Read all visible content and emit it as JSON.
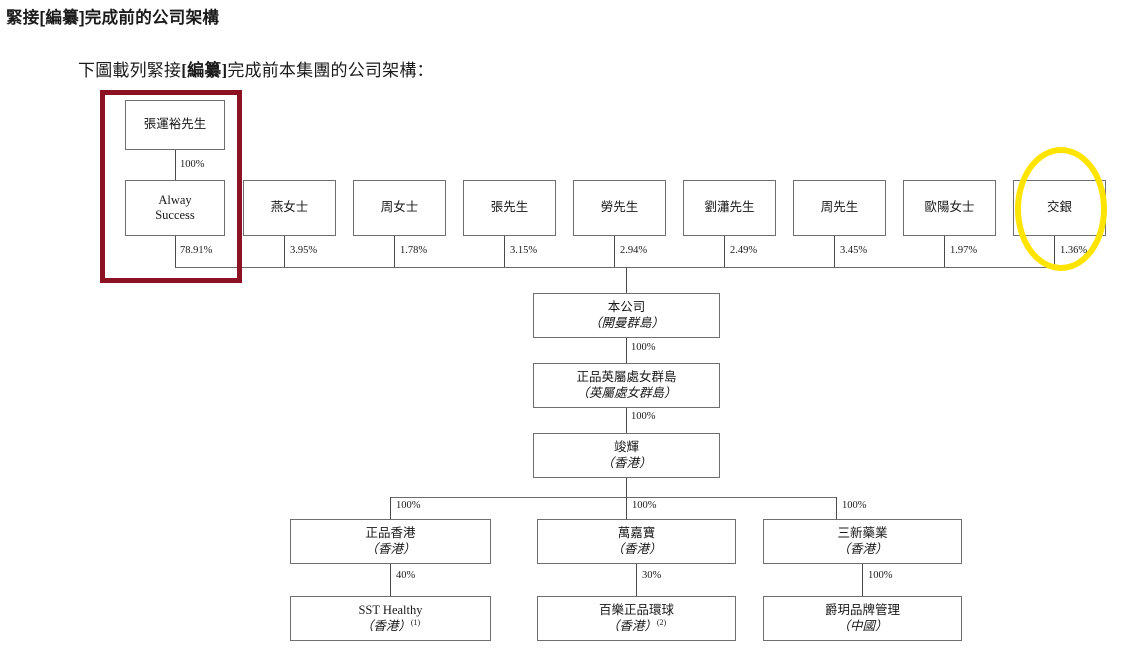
{
  "header": {
    "title": "緊接[編纂]完成前的公司架構",
    "subtitle_pre": "下圖載列緊接",
    "subtitle_bold": "[編纂]",
    "subtitle_post": "完成前本集團的公司架構："
  },
  "highlights": {
    "red_box_label": "張運裕先生 / Alway Success 控股權highlight",
    "red_color": "#8c1223",
    "yellow_color": "#ffe400",
    "yellow_oval_label": "交銀 highlight"
  },
  "chart_data": {
    "type": "diagram",
    "title": "緊接[編纂]完成前的公司架構",
    "nodes": [
      {
        "id": "zhang",
        "name": "張運裕先生",
        "location": ""
      },
      {
        "id": "alway",
        "name": "Alway Success",
        "name_line1": "Alway",
        "name_line2": "Success",
        "location": ""
      },
      {
        "id": "yan",
        "name": "燕女士",
        "location": ""
      },
      {
        "id": "zhou_f",
        "name": "周女士",
        "location": ""
      },
      {
        "id": "zhang_mr",
        "name": "張先生",
        "location": ""
      },
      {
        "id": "lao",
        "name": "勞先生",
        "location": ""
      },
      {
        "id": "liu",
        "name": "劉瀟先生",
        "location": ""
      },
      {
        "id": "zhou_m",
        "name": "周先生",
        "location": ""
      },
      {
        "id": "ouyang",
        "name": "歐陽女士",
        "location": ""
      },
      {
        "id": "jiaoyin",
        "name": "交銀",
        "location": ""
      },
      {
        "id": "company",
        "name": "本公司",
        "location": "（開曼群島）"
      },
      {
        "id": "zhengpin_bvi",
        "name": "正品英屬處女群島",
        "location": "（英屬處女群島）"
      },
      {
        "id": "junhui",
        "name": "竣輝",
        "location": "（香港）"
      },
      {
        "id": "zhengpin_hk",
        "name": "正品香港",
        "location": "（香港）"
      },
      {
        "id": "wanjiabao",
        "name": "萬嘉寶",
        "location": "（香港）"
      },
      {
        "id": "sanxin",
        "name": "三新藥業",
        "location": "（香港）"
      },
      {
        "id": "sst",
        "name": "SST Healthy",
        "location": "（香港）",
        "footnote": "(1)"
      },
      {
        "id": "baile",
        "name": "百樂正品環球",
        "location": "（香港）",
        "footnote": "(2)"
      },
      {
        "id": "jueyue",
        "name": "爵玥品牌管理",
        "location": "（中國）"
      }
    ],
    "edges": [
      {
        "from": "zhang",
        "to": "alway",
        "label": "100%"
      },
      {
        "from": "alway",
        "to": "company",
        "label": "78.91%"
      },
      {
        "from": "yan",
        "to": "company",
        "label": "3.95%"
      },
      {
        "from": "zhou_f",
        "to": "company",
        "label": "1.78%"
      },
      {
        "from": "zhang_mr",
        "to": "company",
        "label": "3.15%"
      },
      {
        "from": "lao",
        "to": "company",
        "label": "2.94%"
      },
      {
        "from": "liu",
        "to": "company",
        "label": "2.49%"
      },
      {
        "from": "zhou_m",
        "to": "company",
        "label": "3.45%"
      },
      {
        "from": "ouyang",
        "to": "company",
        "label": "1.97%"
      },
      {
        "from": "jiaoyin",
        "to": "company",
        "label": "1.36%"
      },
      {
        "from": "company",
        "to": "zhengpin_bvi",
        "label": "100%"
      },
      {
        "from": "zhengpin_bvi",
        "to": "junhui",
        "label": "100%"
      },
      {
        "from": "junhui",
        "to": "zhengpin_hk",
        "label": "100%"
      },
      {
        "from": "junhui",
        "to": "wanjiabao",
        "label": "100%"
      },
      {
        "from": "junhui",
        "to": "sanxin",
        "label": "100%"
      },
      {
        "from": "zhengpin_hk",
        "to": "sst",
        "label": "40%"
      },
      {
        "from": "wanjiabao",
        "to": "baile",
        "label": "30%"
      },
      {
        "from": "sanxin",
        "to": "jueyue",
        "label": "100%"
      }
    ]
  },
  "pct": {
    "zhang_to_alway": "100%",
    "alway": "78.91%",
    "yan": "3.95%",
    "zhou_f": "1.78%",
    "zhang_mr": "3.15%",
    "lao": "2.94%",
    "liu": "2.49%",
    "zhou_m": "3.45%",
    "ouyang": "1.97%",
    "jiaoyin": "1.36%",
    "company_to_bvi": "100%",
    "bvi_to_junhui": "100%",
    "junhui_to_zhengpinhk": "100%",
    "junhui_to_wanjiabao": "100%",
    "junhui_to_sanxin": "100%",
    "zhengpinhk_to_sst": "40%",
    "wanjiabao_to_baile": "30%",
    "sanxin_to_jueyue": "100%"
  },
  "nodes": {
    "zhang": {
      "name": "張運裕先生"
    },
    "alway": {
      "line1": "Alway",
      "line2": "Success"
    },
    "yan": {
      "name": "燕女士"
    },
    "zhou_f": {
      "name": "周女士"
    },
    "zhang_mr": {
      "name": "張先生"
    },
    "lao": {
      "name": "勞先生"
    },
    "liu": {
      "name": "劉瀟先生"
    },
    "zhou_m": {
      "name": "周先生"
    },
    "ouyang": {
      "name": "歐陽女士"
    },
    "jiaoyin": {
      "name": "交銀"
    },
    "company": {
      "name": "本公司",
      "loc": "（開曼群島）"
    },
    "zhengpin_bvi": {
      "name": "正品英屬處女群島",
      "loc": "（英屬處女群島）"
    },
    "junhui": {
      "name": "竣輝",
      "loc": "（香港）"
    },
    "zhengpin_hk": {
      "name": "正品香港",
      "loc": "（香港）"
    },
    "wanjiabao": {
      "name": "萬嘉寶",
      "loc": "（香港）"
    },
    "sanxin": {
      "name": "三新藥業",
      "loc": "（香港）"
    },
    "sst": {
      "name": "SST Healthy",
      "loc": "（香港）",
      "fn": "(1)"
    },
    "baile": {
      "name": "百樂正品環球",
      "loc": "（香港）",
      "fn": "(2)"
    },
    "jueyue": {
      "name": "爵玥品牌管理",
      "loc": "（中國）"
    }
  }
}
